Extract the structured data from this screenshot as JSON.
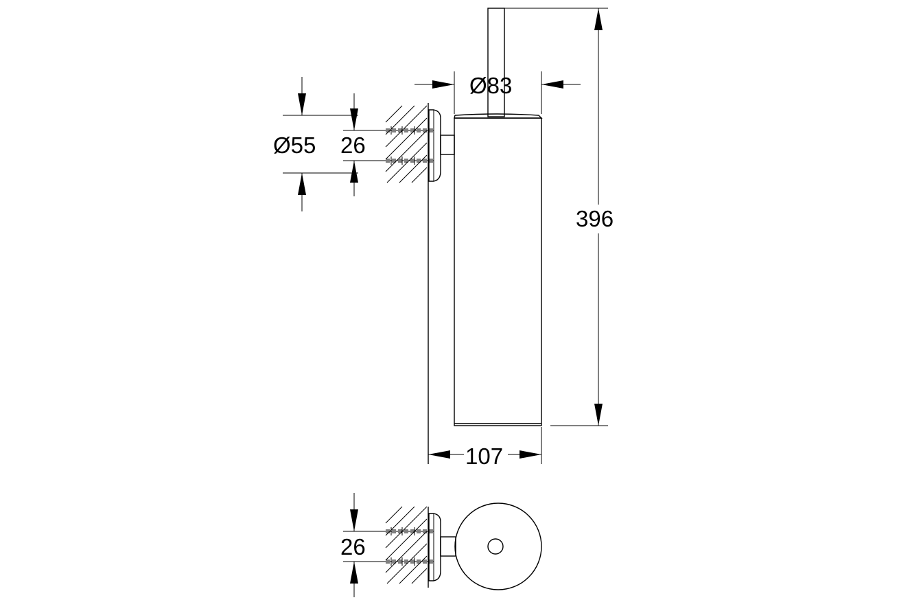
{
  "drawing": {
    "dimensions": {
      "top_diameter": "Ø83",
      "flange_diameter": "Ø55",
      "flange_offset": "26",
      "total_height": "396",
      "depth": "107",
      "top_view_offset": "26"
    },
    "colors": {
      "line": "#000000",
      "background": "#ffffff"
    }
  }
}
